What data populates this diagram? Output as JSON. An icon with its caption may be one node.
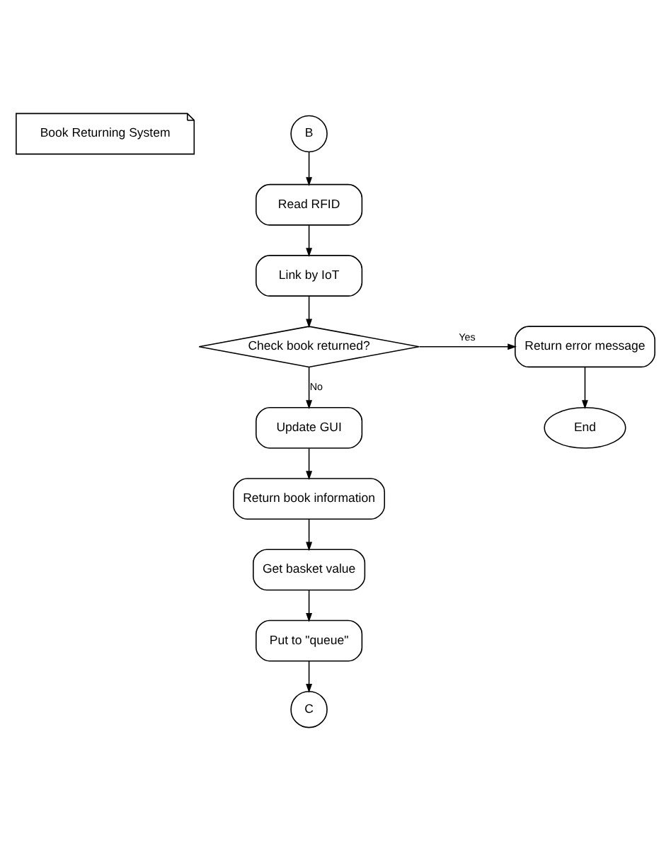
{
  "diagram": {
    "nodes": [
      {
        "text": [
          "Book Returning System"
        ]
      },
      {
        "text": [
          "B"
        ]
      },
      {
        "text": [
          "Read RFID"
        ]
      },
      {
        "text": [
          "Link by IoT"
        ]
      },
      {
        "text": [
          "Check book returned?"
        ]
      },
      {
        "text": [
          "Return error message"
        ]
      },
      {
        "text": [
          "End"
        ]
      },
      {
        "text": [
          "Update GUI"
        ]
      },
      {
        "text": [
          "Return book information"
        ]
      },
      {
        "text": [
          "Get basket value"
        ]
      },
      {
        "text": [
          "Put to \"queue\""
        ]
      },
      {
        "text": [
          "C"
        ]
      }
    ],
    "edges": [
      {
        "from": 1,
        "to": 2,
        "arrow": "to"
      },
      {
        "from": 2,
        "to": 3,
        "arrow": "to"
      },
      {
        "from": 3,
        "to": 4,
        "arrow": "to"
      },
      {
        "from": 4,
        "to": 5,
        "arrow": "to",
        "label": "Yes"
      },
      {
        "from": 5,
        "to": 6,
        "arrow": "to"
      },
      {
        "from": 4,
        "to": 7,
        "arrow": "to",
        "label": "No"
      },
      {
        "from": 7,
        "to": 8,
        "arrow": "to"
      },
      {
        "from": 8,
        "to": 9,
        "arrow": "to"
      },
      {
        "from": 9,
        "to": 10,
        "arrow": "to"
      },
      {
        "from": 10,
        "to": 11,
        "arrow": "to"
      }
    ]
  }
}
